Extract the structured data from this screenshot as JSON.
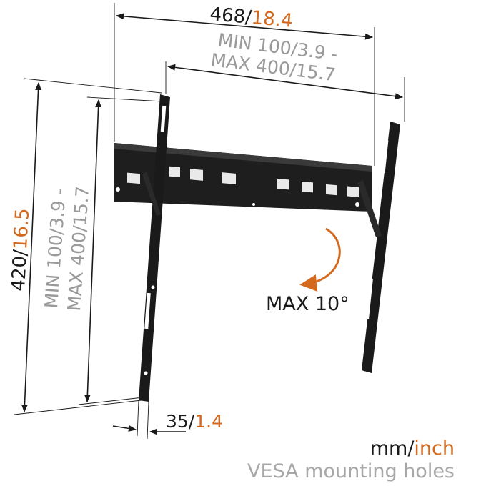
{
  "dimensions": {
    "width_mm": "468/",
    "width_in": "18.4",
    "vesa_h_line1": "MIN 100/3.9 -",
    "vesa_h_line2": "MAX 400/15.7",
    "height_mm": "420/",
    "height_in": "16.5",
    "vesa_v_line1": "MIN 100/3.9 -",
    "vesa_v_line2": "MAX 400/15.7",
    "depth_mm": "35/",
    "depth_in": "1.4"
  },
  "tilt": {
    "label": "MAX 10°"
  },
  "legend": {
    "units_mm": "mm/",
    "units_in": "inch",
    "caption": "VESA mounting holes"
  },
  "colors": {
    "text": "#1a1a1a",
    "accent": "#d4691e",
    "muted": "#9a9a9a"
  }
}
